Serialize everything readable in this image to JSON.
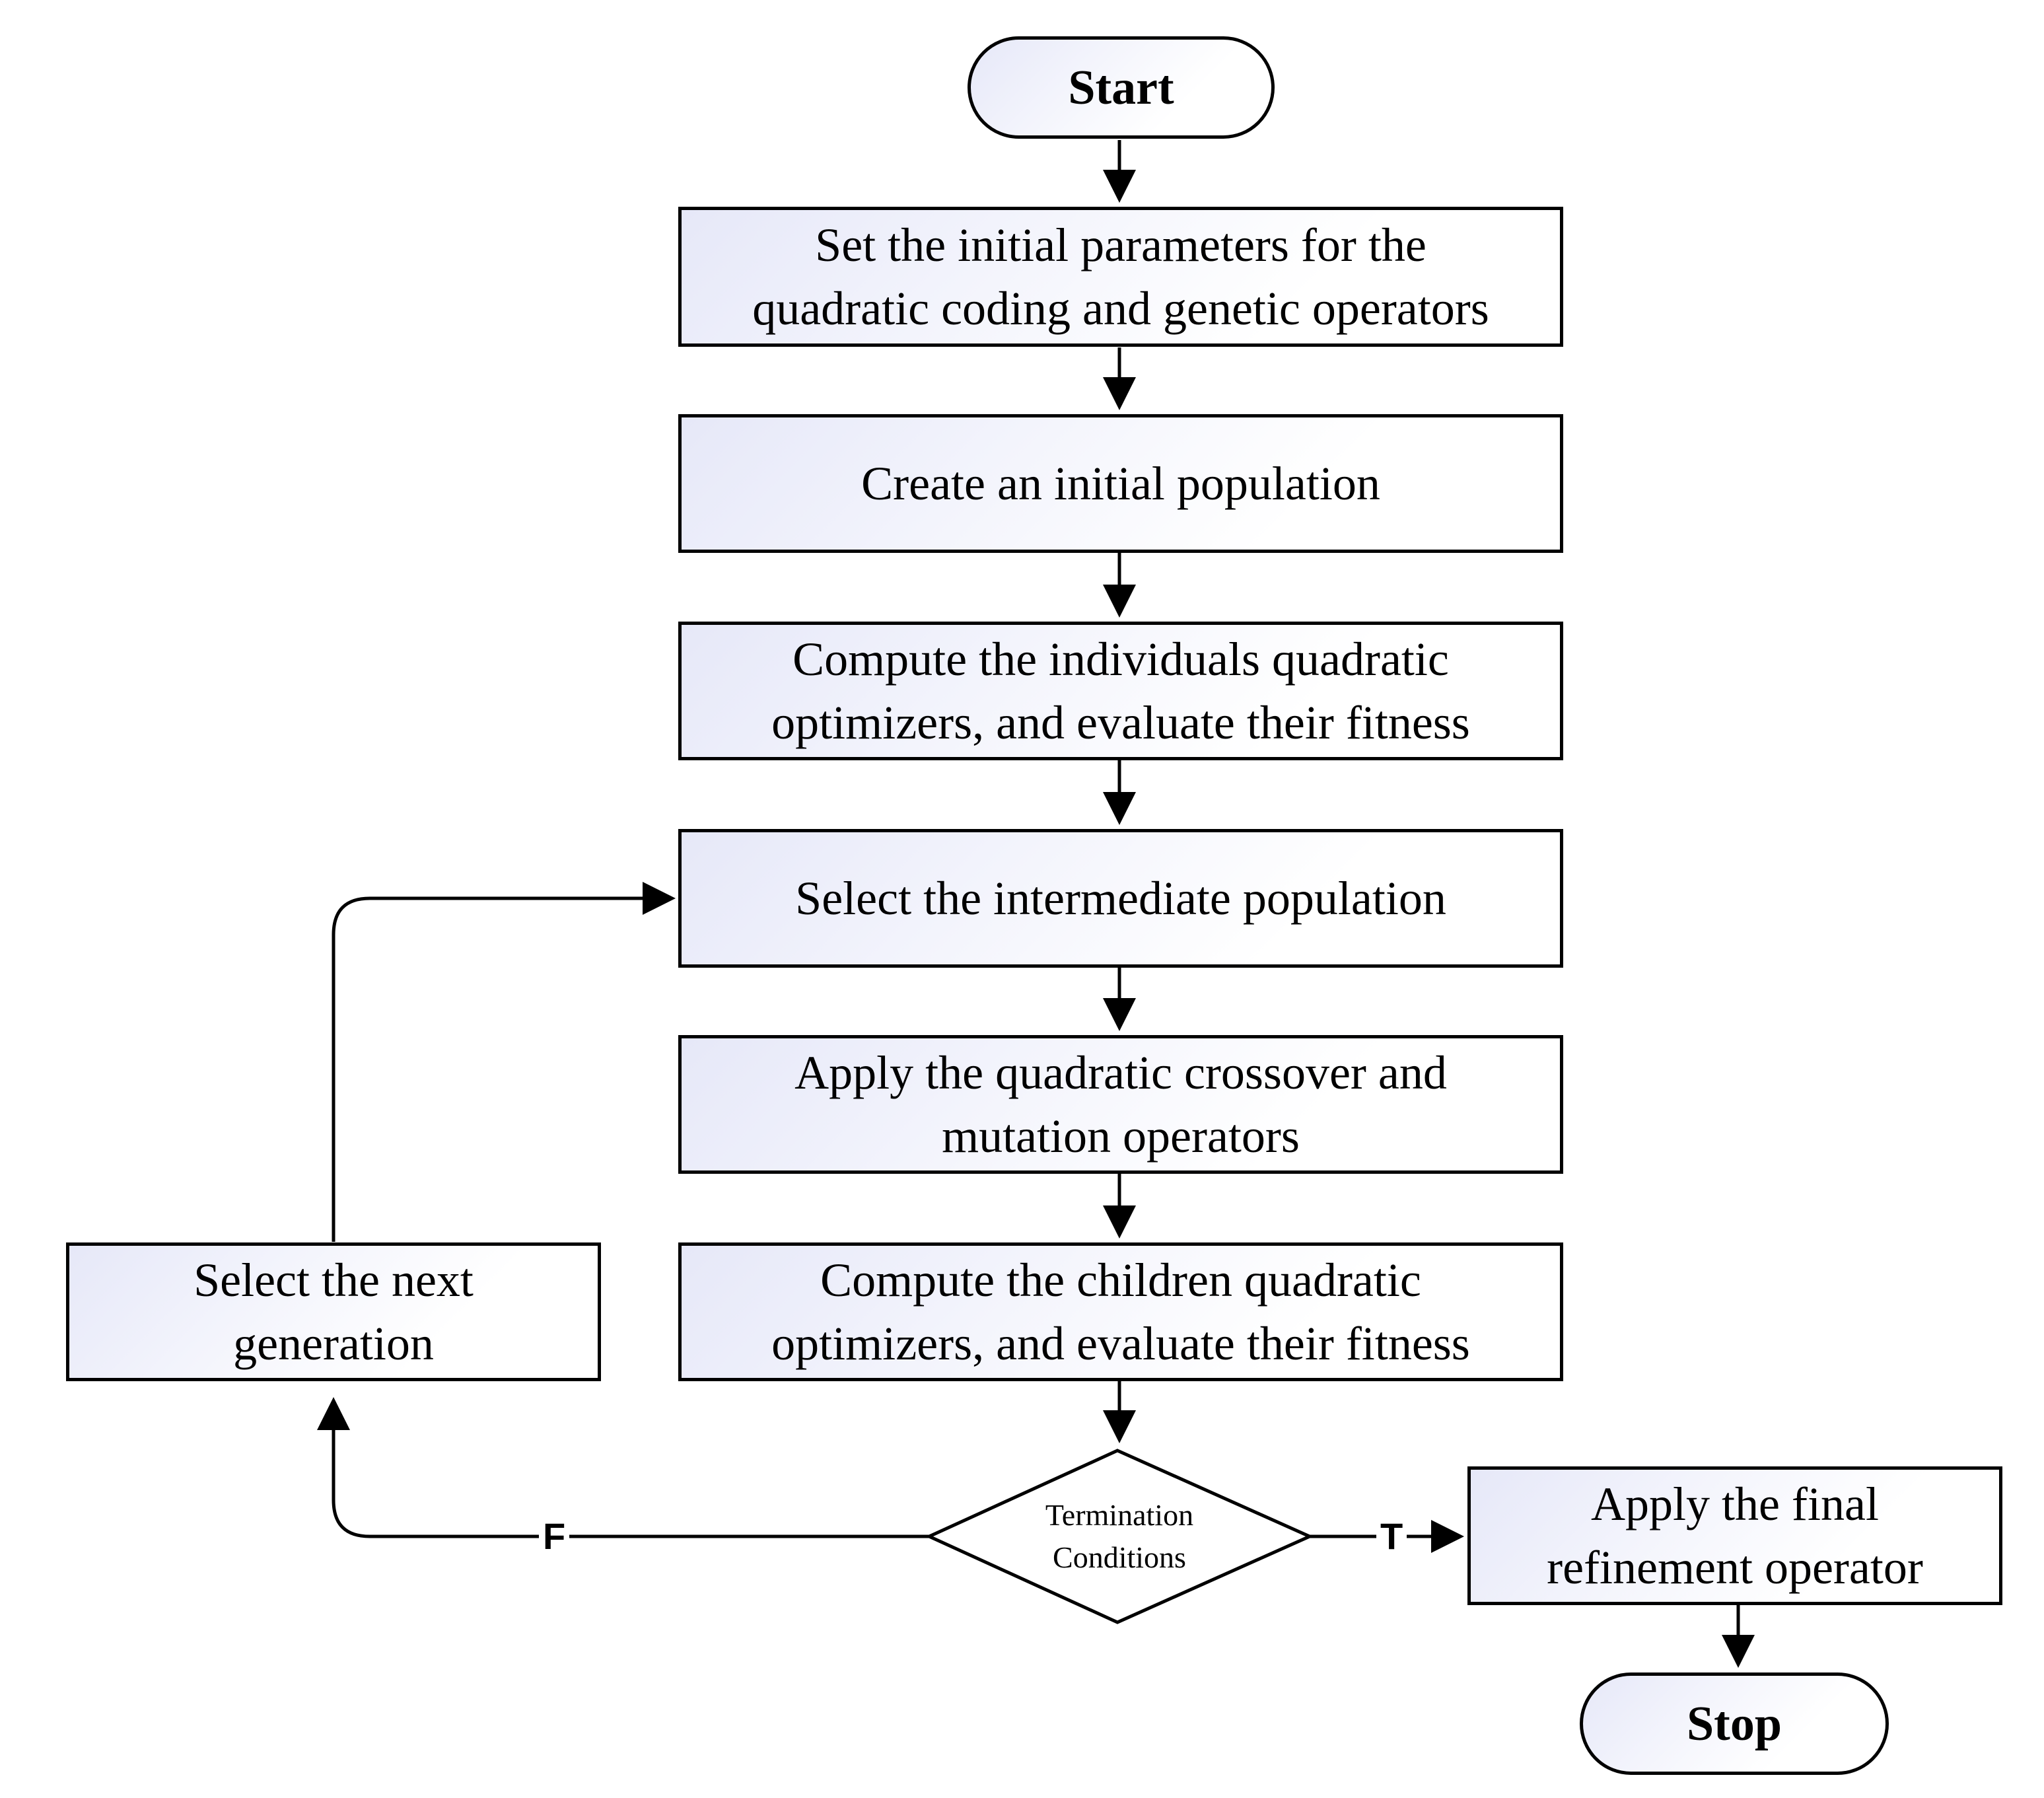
{
  "flowchart": {
    "start": "Start",
    "set_params": "Set the initial parameters for the\nquadratic coding and genetic operators",
    "create_population": "Create an initial population",
    "compute_individuals": "Compute the individuals quadratic\noptimizers, and evaluate their fitness",
    "select_intermediate": "Select the intermediate population",
    "apply_crossover": "Apply the quadratic crossover and\nmutation operators",
    "compute_children": "Compute the children quadratic\noptimizers, and evaluate their fitness",
    "termination": "Termination\nConditions",
    "select_next": "Select the next\ngeneration",
    "final_refinement": "Apply the final\nrefinement operator",
    "stop": "Stop",
    "false_label": "F",
    "true_label": "T"
  }
}
